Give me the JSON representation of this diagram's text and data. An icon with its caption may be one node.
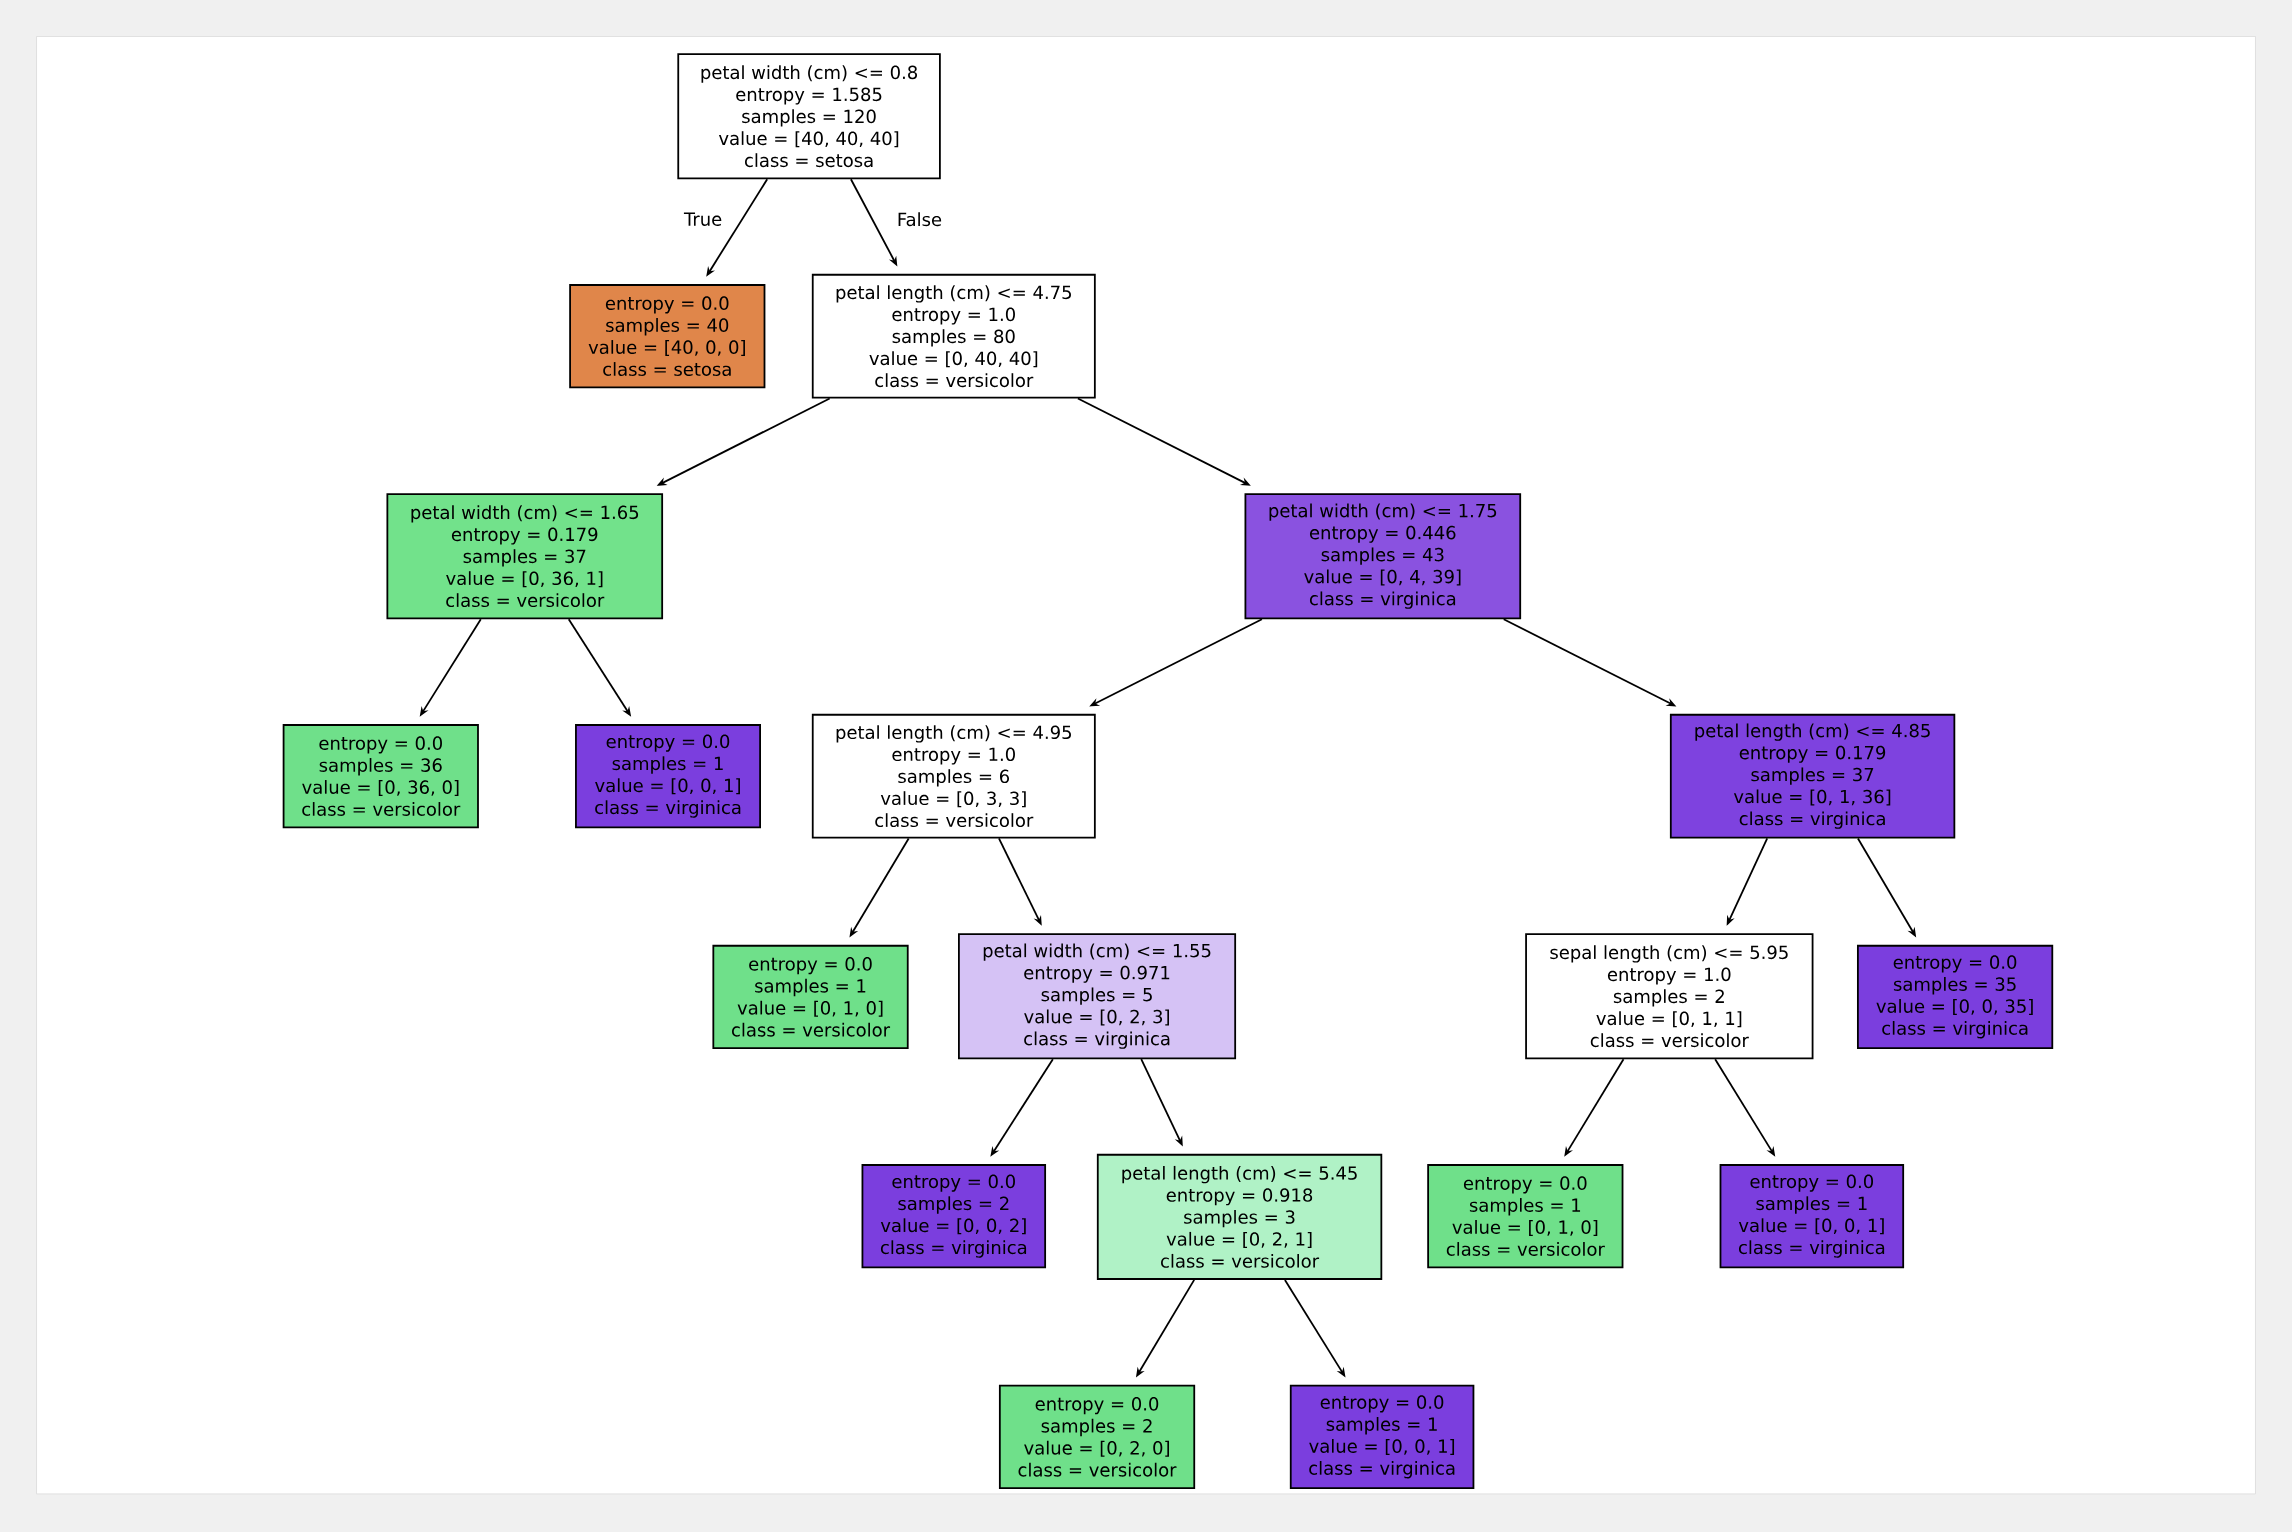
{
  "diagram": {
    "nodes": [
      {
        "text": [
          "petal width (cm) <= 0.8",
          "entropy = 1.585",
          "samples = 120",
          "value = [40, 40, 40]",
          "class = setosa"
        ]
      },
      {
        "text": [
          "entropy = 0.0",
          "samples = 40",
          "value = [40, 0, 0]",
          "class = setosa"
        ]
      },
      {
        "text": [
          "petal length (cm) <= 4.75",
          "entropy = 1.0",
          "samples = 80",
          "value = [0, 40, 40]",
          "class = versicolor"
        ]
      },
      {
        "text": [
          "petal width (cm) <= 1.65",
          "entropy = 0.179",
          "samples = 37",
          "value = [0, 36, 1]",
          "class = versicolor"
        ]
      },
      {
        "text": [
          "petal width (cm) <= 1.75",
          "entropy = 0.446",
          "samples = 43",
          "value = [0, 4, 39]",
          "class = virginica"
        ]
      },
      {
        "text": [
          "entropy = 0.0",
          "samples = 36",
          "value = [0, 36, 0]",
          "class = versicolor"
        ]
      },
      {
        "text": [
          "entropy = 0.0",
          "samples = 1",
          "value = [0, 0, 1]",
          "class = virginica"
        ]
      },
      {
        "text": [
          "petal length (cm) <= 4.95",
          "entropy = 1.0",
          "samples = 6",
          "value = [0, 3, 3]",
          "class = versicolor"
        ]
      },
      {
        "text": [
          "petal length (cm) <= 4.85",
          "entropy = 0.179",
          "samples = 37",
          "value = [0, 1, 36]",
          "class = virginica"
        ]
      },
      {
        "text": [
          "entropy = 0.0",
          "samples = 1",
          "value = [0, 1, 0]",
          "class = versicolor"
        ]
      },
      {
        "text": [
          "petal width (cm) <= 1.55",
          "entropy = 0.971",
          "samples = 5",
          "value = [0, 2, 3]",
          "class = virginica"
        ]
      },
      {
        "text": [
          "sepal length (cm) <= 5.95",
          "entropy = 1.0",
          "samples = 2",
          "value = [0, 1, 1]",
          "class = versicolor"
        ]
      },
      {
        "text": [
          "entropy = 0.0",
          "samples = 35",
          "value = [0, 0, 35]",
          "class = virginica"
        ]
      },
      {
        "text": [
          "entropy = 0.0",
          "samples = 2",
          "value = [0, 0, 2]",
          "class = virginica"
        ]
      },
      {
        "text": [
          "petal length (cm) <= 5.45",
          "entropy = 0.918",
          "samples = 3",
          "value = [0, 2, 1]",
          "class = versicolor"
        ]
      },
      {
        "text": [
          "entropy = 0.0",
          "samples = 1",
          "value = [0, 1, 0]",
          "class = versicolor"
        ]
      },
      {
        "text": [
          "entropy = 0.0",
          "samples = 1",
          "value = [0, 0, 1]",
          "class = virginica"
        ]
      },
      {
        "text": [
          "entropy = 0.0",
          "samples = 2",
          "value = [0, 2, 0]",
          "class = versicolor"
        ]
      },
      {
        "text": [
          "entropy = 0.0",
          "samples = 1",
          "value = [0, 0, 1]",
          "class = virginica"
        ]
      }
    ],
    "edges": [
      {
        "from": 0,
        "to": 1,
        "arrow": "to",
        "label": "True"
      },
      {
        "from": 0,
        "to": 2,
        "arrow": "to",
        "label": "False"
      },
      {
        "from": 2,
        "to": 3,
        "arrow": "to"
      },
      {
        "from": 2,
        "to": 4,
        "arrow": "to"
      },
      {
        "from": 3,
        "to": 5,
        "arrow": "to"
      },
      {
        "from": 3,
        "to": 6,
        "arrow": "to"
      },
      {
        "from": 4,
        "to": 7,
        "arrow": "to"
      },
      {
        "from": 4,
        "to": 8,
        "arrow": "to"
      },
      {
        "from": 7,
        "to": 9,
        "arrow": "to"
      },
      {
        "from": 7,
        "to": 10,
        "arrow": "to"
      },
      {
        "from": 8,
        "to": 11,
        "arrow": "to"
      },
      {
        "from": 8,
        "to": 12,
        "arrow": "to"
      },
      {
        "from": 10,
        "to": 13,
        "arrow": "to"
      },
      {
        "from": 10,
        "to": 14,
        "arrow": "to"
      },
      {
        "from": 11,
        "to": 15,
        "arrow": "to"
      },
      {
        "from": 11,
        "to": 16,
        "arrow": "to"
      },
      {
        "from": 14,
        "to": 17,
        "arrow": "to"
      },
      {
        "from": 14,
        "to": 18,
        "arrow": "to"
      }
    ]
  }
}
